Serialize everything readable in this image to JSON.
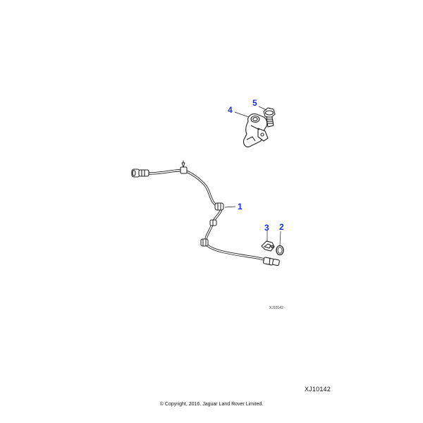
{
  "diagram": {
    "drawing_id_inset": "XJ10142",
    "drawing_id": "XJ10142",
    "copyright": "© Copyright, 2016. Jaguar Land Rover Limited.",
    "callouts": [
      {
        "number": "1",
        "part": "wheel-speed-sensor-harness"
      },
      {
        "number": "2",
        "part": "o-ring-seal"
      },
      {
        "number": "3",
        "part": "sensor-retaining-clip"
      },
      {
        "number": "4",
        "part": "wheel-speed-sensor"
      },
      {
        "number": "5",
        "part": "sensor-bolt"
      }
    ],
    "callout_color": "#1a2ee0"
  }
}
